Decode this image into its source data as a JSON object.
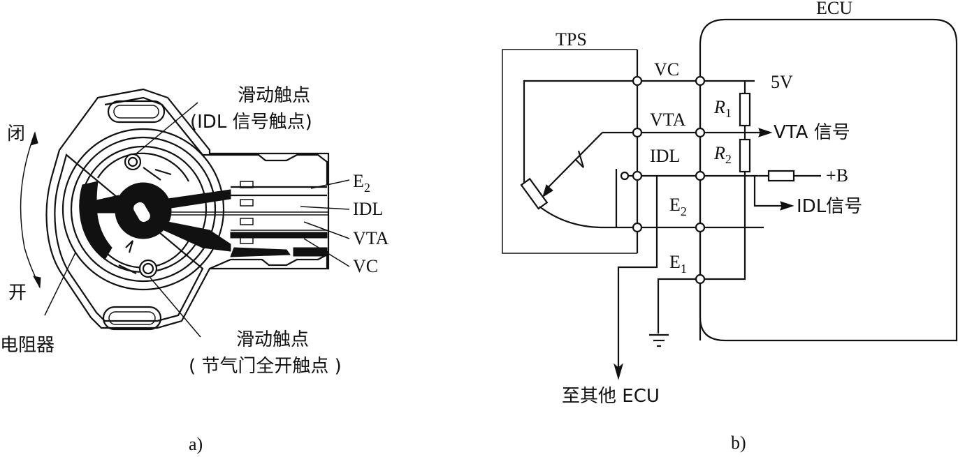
{
  "figure": {
    "panel_a": {
      "caption": "a)",
      "direction_labels": {
        "close": "闭",
        "open": "开"
      },
      "labels": {
        "idl_contact_title": "滑动触点",
        "idl_contact_sub": "(IDL 信号触点)",
        "full_open_contact_title": "滑动触点",
        "full_open_contact_sub": "( 节气门全开触点 )",
        "resistor": "电阻器"
      },
      "terminals": [
        {
          "name": "E",
          "sub": "2"
        },
        {
          "name": "IDL",
          "sub": ""
        },
        {
          "name": "VTA",
          "sub": ""
        },
        {
          "name": "VC",
          "sub": ""
        }
      ]
    },
    "panel_b": {
      "caption": "b)",
      "tps_label": "TPS",
      "ecu_label": "ECU",
      "line_labels": {
        "vc": "VC",
        "vta": "VTA",
        "idl": "IDL",
        "e2": {
          "name": "E",
          "sub": "2"
        },
        "e1": {
          "name": "E",
          "sub": "1"
        }
      },
      "resistors": [
        {
          "name": "R",
          "sub": "1"
        },
        {
          "name": "R",
          "sub": "2"
        }
      ],
      "supply": "5V",
      "battery": "+B",
      "vta_signal": "VTA 信号",
      "idl_signal": "IDL信号",
      "other_ecu": "至其他 ECU"
    }
  }
}
